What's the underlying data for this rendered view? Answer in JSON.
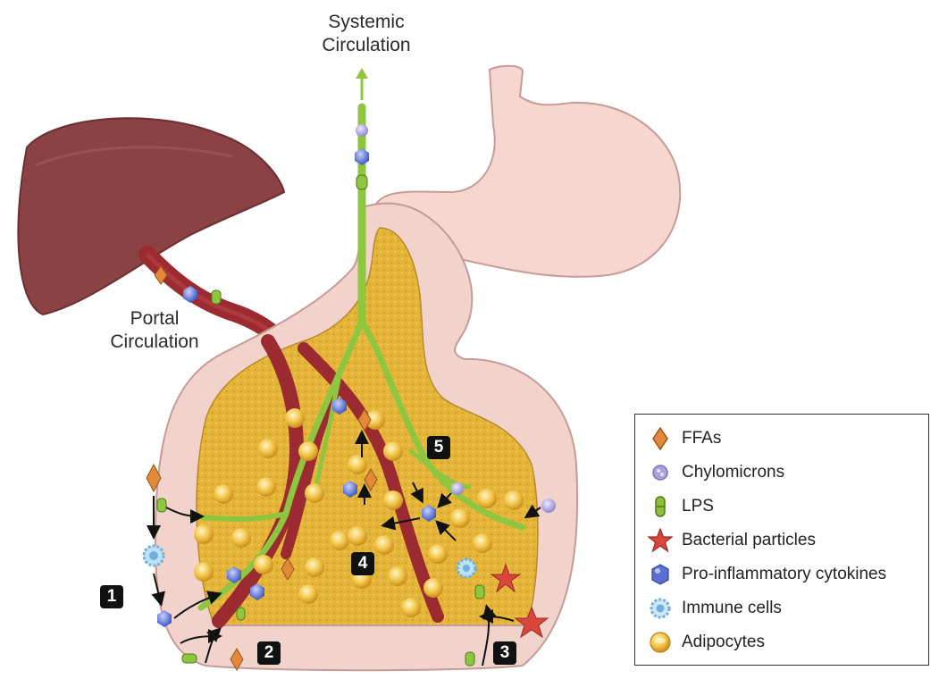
{
  "labels": {
    "systemic": [
      "Systemic",
      "Circulation"
    ],
    "portal": [
      "Portal",
      "Circulation"
    ]
  },
  "steps": [
    "1",
    "2",
    "3",
    "4",
    "5"
  ],
  "legend": [
    {
      "icon": "ffa-diamond-icon",
      "label": "FFAs",
      "color": "#e38a3a"
    },
    {
      "icon": "chylomicron-icon",
      "label": "Chylomicrons",
      "color": "#a9a3dc"
    },
    {
      "icon": "lps-icon",
      "label": "LPS",
      "color": "#8fbf3a"
    },
    {
      "icon": "bacterial-star-icon",
      "label": "Bacterial particles",
      "color": "#d9473c"
    },
    {
      "icon": "cytokine-hexagon-icon",
      "label": "Pro-inflammatory cytokines",
      "color": "#5b6fd1"
    },
    {
      "icon": "immune-cell-icon",
      "label": "Immune cells",
      "color": "#6fb0de"
    },
    {
      "icon": "adipocyte-icon",
      "label": "Adipocytes",
      "color": "#f2c23a"
    }
  ],
  "colors": {
    "liver": "#8a4244",
    "gut_wall": "#f2d3cc",
    "adipose": "#e8b941",
    "vessel": "#9b2b30",
    "lymph": "#8ec63f"
  }
}
